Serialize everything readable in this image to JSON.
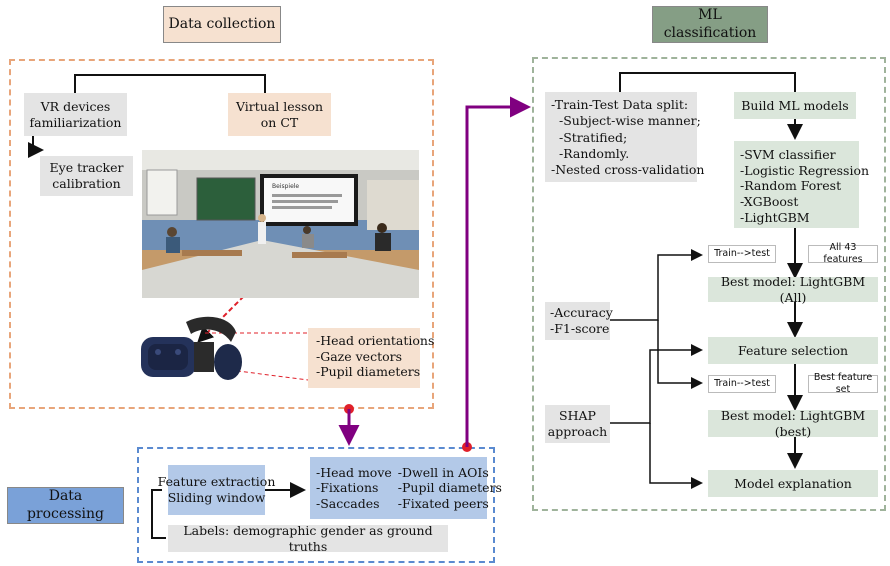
{
  "collection": {
    "title": "Data collection",
    "vr_fam": "VR devices familiarization",
    "vr_fam_l1": "VR devices",
    "vr_fam_l2": "familiarization",
    "lesson_l1": "Virtual lesson",
    "lesson_l2": "on CT",
    "calib_l1": "Eye tracker",
    "calib_l2": "calibration",
    "signals": [
      "-Head orientations",
      "-Gaze vectors",
      "-Pupil diameters"
    ],
    "board_text": "Beispiele"
  },
  "processing": {
    "title": "Data processing",
    "feat_l1": "Feature extraction",
    "feat_l2": "Sliding window",
    "features_col1": [
      "-Head move",
      "-Fixations",
      "-Saccades"
    ],
    "features_col2": [
      "-Dwell in AOIs",
      "-Pupil diameters",
      "-Fixated peers"
    ],
    "labels": "Labels: demographic gender as ground truths"
  },
  "ml": {
    "title": "ML classification",
    "split": [
      "-Train-Test Data split:",
      "-Subject-wise manner;",
      "-Stratified;",
      "-Randomly.",
      "-Nested cross-validation"
    ],
    "build": "Build ML models",
    "models": [
      "-SVM classifier",
      "-Logistic Regression",
      "-Random Forest",
      "-XGBoost",
      "-LightGBM"
    ],
    "train_test_1": "Train-->test",
    "all_features": "All 43 features",
    "metrics": [
      "-Accuracy",
      "-F1-score"
    ],
    "best_all": "Best model: LightGBM (All)",
    "feature_selection": "Feature selection",
    "train_test_2": "Train-->test",
    "best_set": "Best feature set",
    "shap_l1": "SHAP",
    "shap_l2": "approach",
    "best_best": "Best model: LightGBM (best)",
    "explanation": "Model explanation"
  },
  "colors": {
    "orange_dash": "#e8a57a",
    "green_dash": "#9fb39b",
    "blue_dash": "#5a8ad0",
    "purple": "#800080",
    "red_dot": "#e0202a"
  }
}
